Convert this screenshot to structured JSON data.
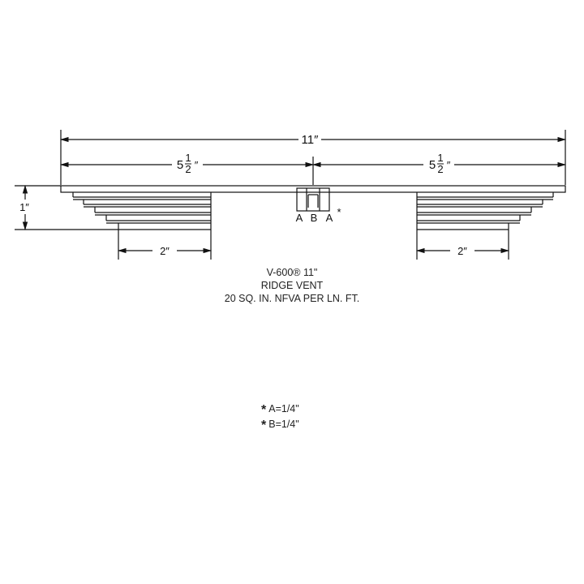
{
  "dimensions": {
    "overall_width": "11″",
    "half_width_whole": "5",
    "frac_num": "1",
    "frac_den": "2",
    "inch_mark": "″",
    "height": "1″",
    "flange_width": "2″"
  },
  "slot_labels": {
    "a_left": "A",
    "b": "B",
    "a_right": "A",
    "asterisk": "*"
  },
  "caption": {
    "line1": "V-600® 11\"",
    "line2": "RIDGE VENT",
    "line3": "20 SQ. IN. NFVA PER LN. FT."
  },
  "notes": {
    "star": "*",
    "a_value": "A=1/4\"",
    "b_value": "B=1/4\""
  }
}
